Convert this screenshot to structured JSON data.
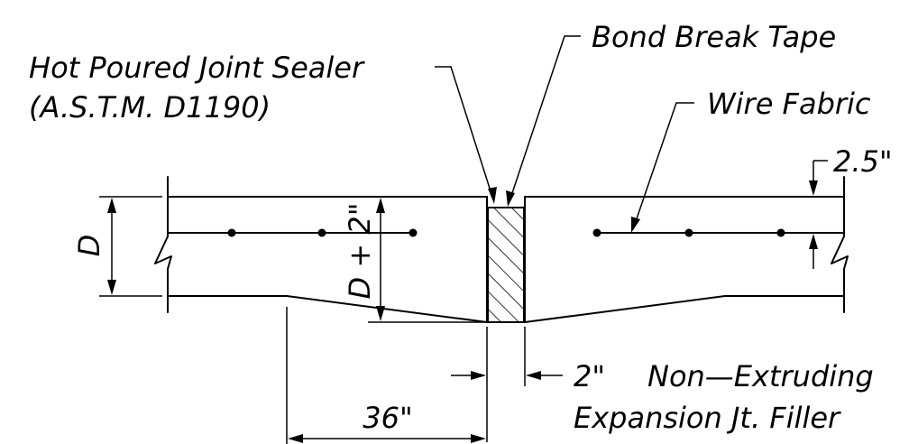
{
  "labels": {
    "bond_break_tape": "Bond Break Tape",
    "joint_sealer_line1": "Hot Poured Joint Sealer",
    "joint_sealer_line2": "(A.S.T.M. D1190)",
    "wire_fabric": "Wire Fabric",
    "cover_dim": "2.5\"",
    "slab_thickness": "D",
    "thickened_edge": "D + 2\"",
    "filler_width": "2\"",
    "filler_line1": "Non—Extruding",
    "filler_line2": "Expansion Jt. Filler",
    "taper_length": "36\""
  }
}
